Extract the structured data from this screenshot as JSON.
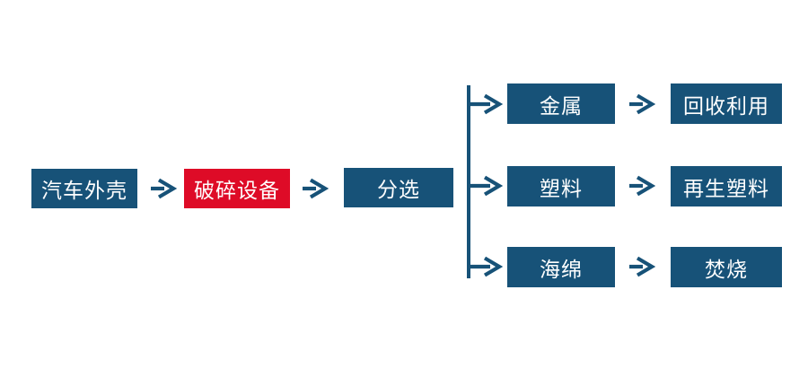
{
  "colors": {
    "primary_blue": "#175278",
    "accent_red": "#de0b27",
    "background": "#ffffff",
    "text": "#ffffff"
  },
  "flow": {
    "source": "汽车外壳",
    "process": "破碎设备",
    "sort": "分选",
    "branches": [
      {
        "material": "金属",
        "outcome": "回收利用"
      },
      {
        "material": "塑料",
        "outcome": "再生塑料"
      },
      {
        "material": "海绵",
        "outcome": "焚烧"
      }
    ]
  }
}
